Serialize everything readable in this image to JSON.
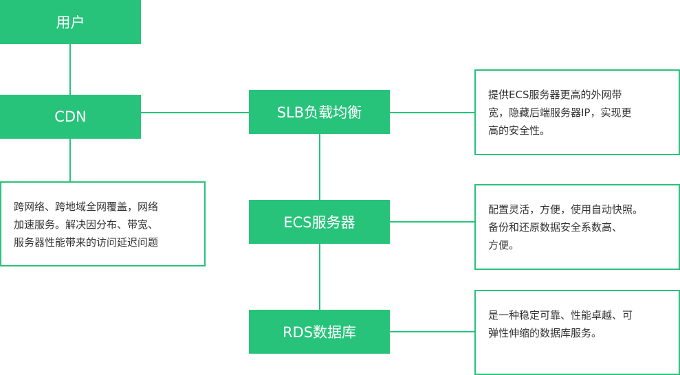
{
  "colors": {
    "node_fill": "#27c37a",
    "node_text": "#ffffff",
    "note_border": "#27c37a",
    "note_text": "#333333",
    "connector": "#27c37a"
  },
  "nodes": {
    "user": "用户",
    "cdn": "CDN",
    "slb": "SLB负载均衡",
    "ecs": "ECS服务器",
    "rds": "RDS数据库"
  },
  "notes": {
    "cdn": [
      "跨网络、跨地域全网覆盖，网络",
      "加速服务。解决因分布、带宽、",
      "服务器性能带来的访问延迟问题"
    ],
    "slb": [
      "提供ECS服务器更高的外网带",
      "宽，隐藏后端服务器IP，实现更",
      "高的安全性。"
    ],
    "ecs": [
      "配置灵活，方便，使用自动快照。",
      "备份和还原数据安全系数高、",
      "方便。"
    ],
    "rds": [
      "是一种稳定可靠、性能卓越、可",
      "弹性伸缩的数据库服务。"
    ]
  }
}
